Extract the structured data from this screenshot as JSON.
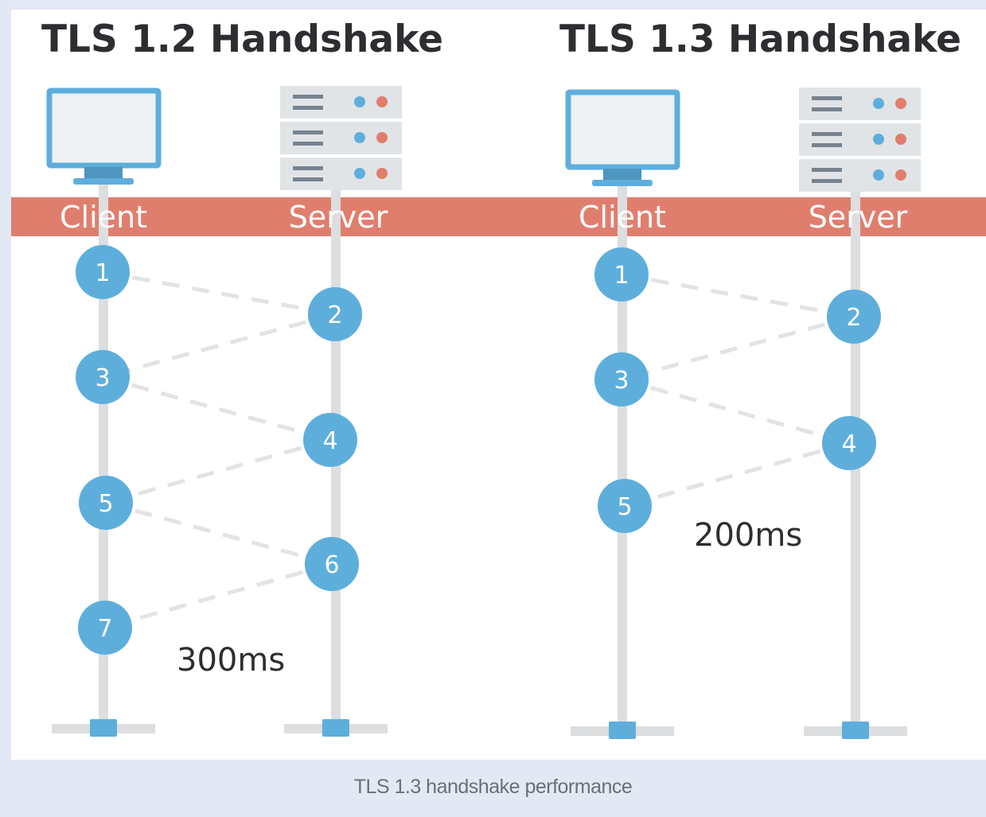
{
  "diagrams": [
    {
      "title": "TLS 1.2 Handshake",
      "client_label": "Client",
      "server_label": "Server",
      "steps": [
        "1",
        "2",
        "3",
        "4",
        "5",
        "6",
        "7"
      ],
      "duration": "300ms"
    },
    {
      "title": "TLS 1.3 Handshake",
      "client_label": "Client",
      "server_label": "Server",
      "steps": [
        "1",
        "2",
        "3",
        "4",
        "5"
      ],
      "duration": "200ms"
    }
  ],
  "caption": "TLS 1.3 handshake performance",
  "colors": {
    "band": "#e07e6e",
    "node": "#5eaedc",
    "line": "#dcdedf",
    "dash": "#e3e3e3",
    "title": "#2c2e31"
  }
}
